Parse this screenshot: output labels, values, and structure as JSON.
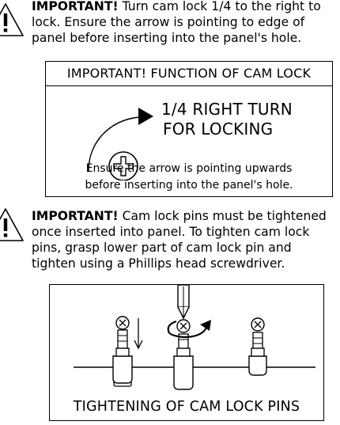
{
  "warning1": {
    "icon": "warning-triangle-icon",
    "lines": [
      {
        "bold": "IMPORTANT!",
        "text": " Turn cam lock 1/4 to the right to"
      },
      {
        "bold": "",
        "text": "lock. Ensure the arrow is pointing to edge of"
      },
      {
        "bold": "",
        "text": "panel before inserting into the panel's hole."
      }
    ]
  },
  "camlock_box": {
    "title": "IMPORTANT! FUNCTION OF CAM LOCK",
    "turn_lines": [
      "1/4 RIGHT TURN",
      "FOR LOCKING"
    ],
    "caption_lines": [
      "Ensure the arrow is pointing upwards",
      "before inserting into the panel's hole."
    ]
  },
  "warning2": {
    "icon": "warning-triangle-icon",
    "lines": [
      {
        "bold": "IMPORTANT!",
        "text": " Cam lock pins must be tightened"
      },
      {
        "bold": "",
        "text": "once inserted into panel. To tighten cam lock"
      },
      {
        "bold": "",
        "text": "pins, grasp lower part of cam lock pin and"
      },
      {
        "bold": "",
        "text": "tighten using a Phillips head screwdriver."
      }
    ]
  },
  "pins_box": {
    "title": "TIGHTENING OF CAM LOCK PINS"
  }
}
